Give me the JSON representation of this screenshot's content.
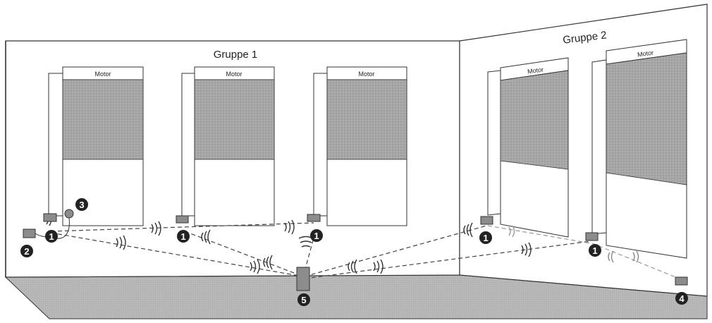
{
  "groups": [
    {
      "id": "g1",
      "label": "Gruppe 1"
    },
    {
      "id": "g2",
      "label": "Gruppe 2"
    }
  ],
  "motor_label": "Motor",
  "markers": [
    "1",
    "2",
    "3",
    "4",
    "5"
  ],
  "colors": {
    "line": "#333333",
    "blind": "#9a9a9a",
    "blind_light": "#b3b3b3",
    "floor": "#b0b0b0",
    "badge": "#222222",
    "device": "#8c8c8c"
  }
}
